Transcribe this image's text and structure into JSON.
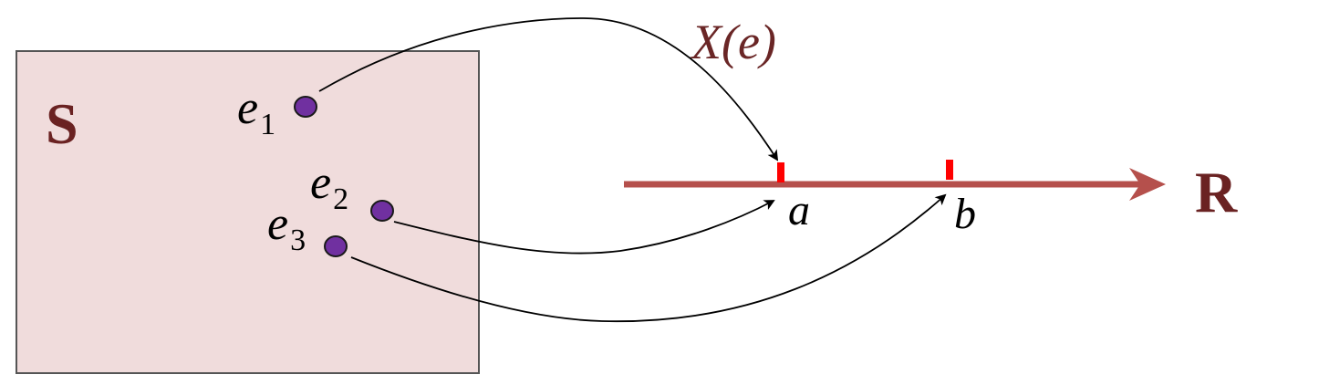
{
  "sample_space": {
    "label": "S",
    "fill": "#f0dcdc",
    "stroke": "#555555"
  },
  "real_line": {
    "label": "R",
    "color": "#b5504c",
    "label_color": "#6a2222"
  },
  "function_label": {
    "text": "X(e)",
    "color": "#6a2626"
  },
  "outcomes": [
    {
      "base": "e",
      "sub": "1"
    },
    {
      "base": "e",
      "sub": "2"
    },
    {
      "base": "e",
      "sub": "3"
    }
  ],
  "points": [
    {
      "label": "a"
    },
    {
      "label": "b"
    }
  ],
  "colors": {
    "outcome_dot": "#7030a0",
    "tick": "#ff0000",
    "arrow": "#000000"
  }
}
